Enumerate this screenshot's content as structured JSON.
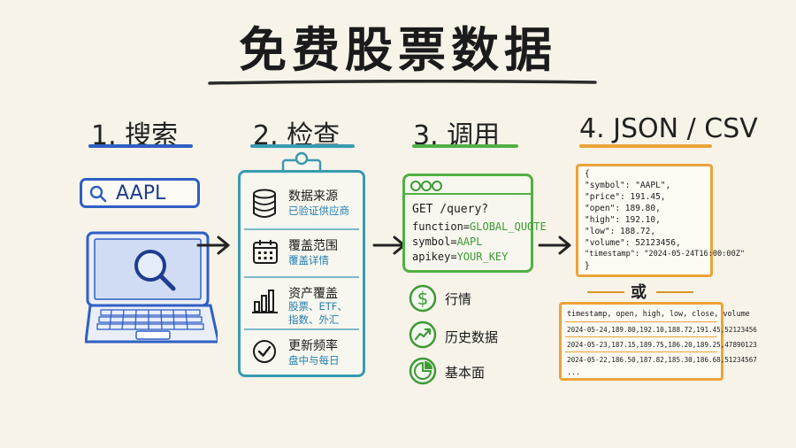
{
  "title": "免费股票数据",
  "colors": {
    "blue": "#2f5fc4",
    "teal": "#3a9ab0",
    "green": "#52b044",
    "orange": "#eba33a"
  },
  "steps": [
    {
      "label": "1. 搜索"
    },
    {
      "label": "2. 检查"
    },
    {
      "label": "3. 调用"
    },
    {
      "label": "4. JSON / CSV"
    }
  ],
  "search": {
    "query": "AAPL",
    "icon": "search-icon"
  },
  "checklist": [
    {
      "title": "数据来源",
      "sub": "已验证供应商",
      "icon": "database-icon"
    },
    {
      "title": "覆盖范围",
      "sub": "覆盖详情",
      "icon": "calendar-icon"
    },
    {
      "title": "资产覆盖",
      "sub": "股票、ETF、\n指数、外汇",
      "icon": "bar-chart-icon"
    },
    {
      "title": "更新频率",
      "sub": "盘中与每日",
      "icon": "check-circle-icon"
    }
  ],
  "api": {
    "line1": "GET /query?",
    "fn_key": "function=",
    "fn_val": "GLOBAL_QUOTE",
    "sym_key": "symbol=",
    "sym_val": "AAPL",
    "key_key": "apikey=",
    "key_val": "YOUR_KEY"
  },
  "features": [
    {
      "label": "行情",
      "icon": "dollar-icon"
    },
    {
      "label": "历史数据",
      "icon": "trend-icon"
    },
    {
      "label": "基本面",
      "icon": "pie-icon"
    }
  ],
  "json_lines": [
    "{",
    "  \"symbol\": \"AAPL\",",
    "  \"price\": 191.45,",
    "  \"open\": 189.80,",
    "  \"high\": 192.10,",
    "  \"low\": 188.72,",
    "  \"volume\": 52123456,",
    "  \"timestamp\": \"2024-05-24T16:00:00Z\"",
    "}"
  ],
  "or_label": "或",
  "csv_lines": [
    "timestamp, open, high, low, close, volume",
    "2024-05-24,189.80,192.10,188.72,191.45,52123456",
    "2024-05-23,187.15,189.75,186.20,189.25,47890123",
    "2024-05-22,186.50,187.82,185.30,186.68,51234567",
    "..."
  ]
}
